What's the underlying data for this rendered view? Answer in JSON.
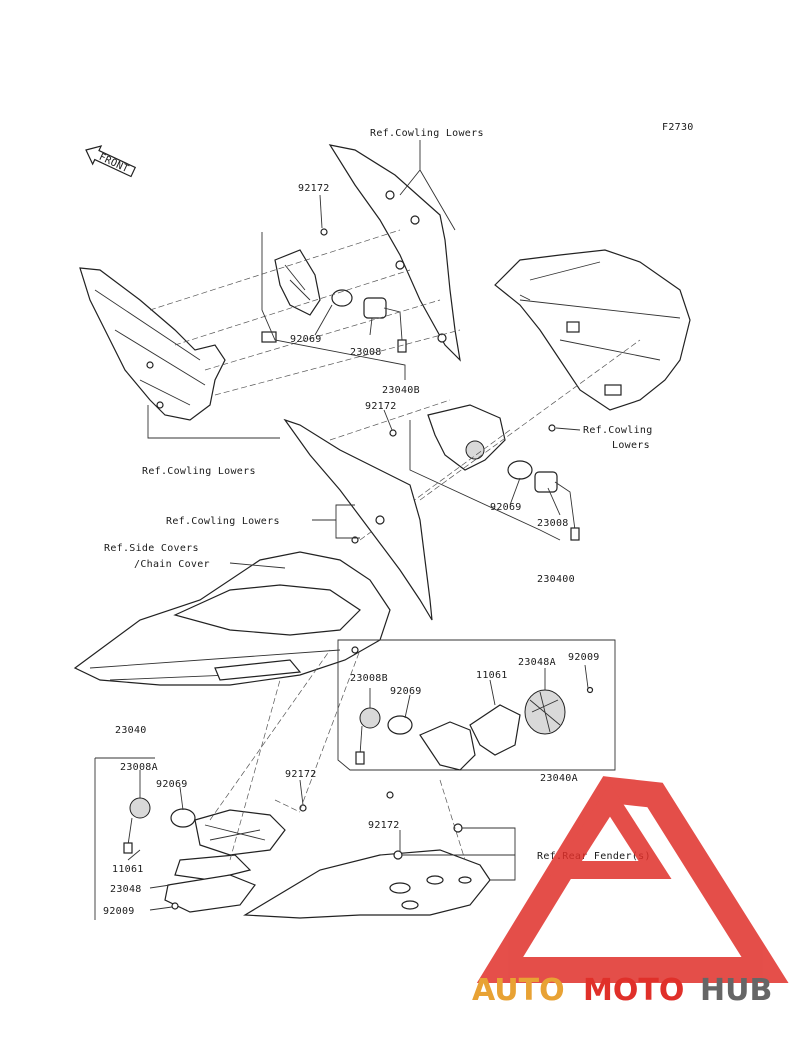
{
  "figure_code": "F2730",
  "front_label": "FRONT",
  "labels": {
    "ref_cowling_lowers_top": "Ref.Cowling Lowers",
    "p92172_a": "92172",
    "p92069_a": "92069",
    "p23008": "23008",
    "p23040B": "23040B",
    "ref_cowling_lowers_left": "Ref.Cowling Lowers",
    "p92172_b": "92172",
    "ref_cowling_lowers_right_1": "Ref.Cowling",
    "ref_cowling_lowers_right_2": "Lowers",
    "ref_cowling_lowers_mid": "Ref.Cowling Lowers",
    "p92069_b": "92069",
    "p23008_b": "23008",
    "p230400": "230400",
    "ref_side_covers_1": "Ref.Side Covers",
    "ref_side_covers_2": "/Chain Cover",
    "p23008B": "23008B",
    "p92069_c": "92069",
    "p11061_a": "11061",
    "p23048A": "23048A",
    "p92009_a": "92009",
    "p23040A": "23040A",
    "p23040": "23040",
    "p23008A": "23008A",
    "p92069_d": "92069",
    "p92172_c": "92172",
    "p92172_d": "92172",
    "ref_rear_fender": "Ref.Rear Fender(s)",
    "p11061_b": "11061",
    "p23048": "23048",
    "p92009_b": "92009"
  },
  "watermark": {
    "part1": "AUTO",
    "part2": "MOTO",
    "part3": "HUB",
    "colors": {
      "auto": "#e8a234",
      "moto": "#e0302a",
      "hub": "#666666",
      "triangle": "#e0302a"
    }
  }
}
